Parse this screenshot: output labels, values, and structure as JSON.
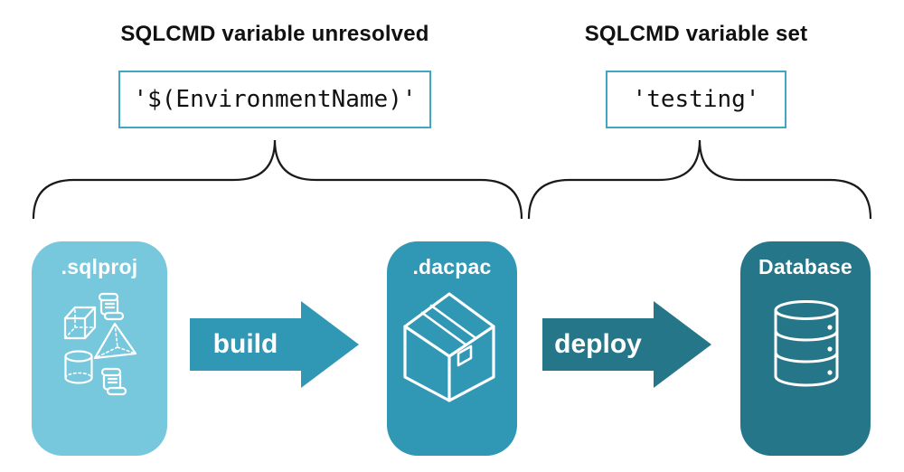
{
  "left_panel": {
    "title": "SQLCMD variable unresolved",
    "code": "'$(EnvironmentName)'"
  },
  "right_panel": {
    "title": "SQLCMD variable set",
    "code": "'testing'"
  },
  "pipeline": {
    "source_label": ".sqlproj",
    "build_label": "build",
    "package_label": ".dacpac",
    "deploy_label": "deploy",
    "database_label": "Database"
  },
  "icons": {
    "sqlproj_card": [
      "scroll-icon",
      "cube-icon",
      "pyramid-icon",
      "cylinder-icon",
      "scroll-icon"
    ],
    "dacpac_card": "package-box-icon",
    "database_card": "database-cylinder-icon"
  },
  "colors": {
    "sqlproj_card": "#77C8DC",
    "dacpac_card": "#3097B4",
    "database_card": "#26768A",
    "build_arrow": "#3097B4",
    "deploy_arrow": "#26768A",
    "code_box_border": "#41A8C4",
    "brace": "#1A1A1A",
    "title_text": "#111111",
    "icon_stroke": "#FFFFFF"
  }
}
